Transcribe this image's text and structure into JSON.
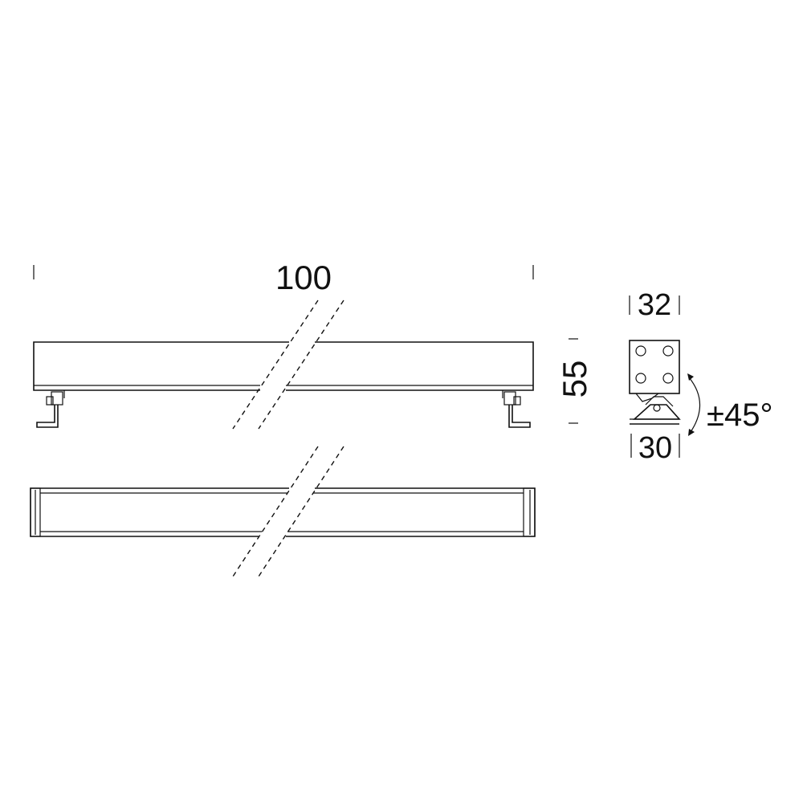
{
  "dimensions": {
    "length": "100",
    "height": "55",
    "top_width": "32",
    "bottom_width": "30",
    "tilt_angle": "±45°"
  },
  "colors": {
    "line": "#111111",
    "background": "#ffffff"
  }
}
